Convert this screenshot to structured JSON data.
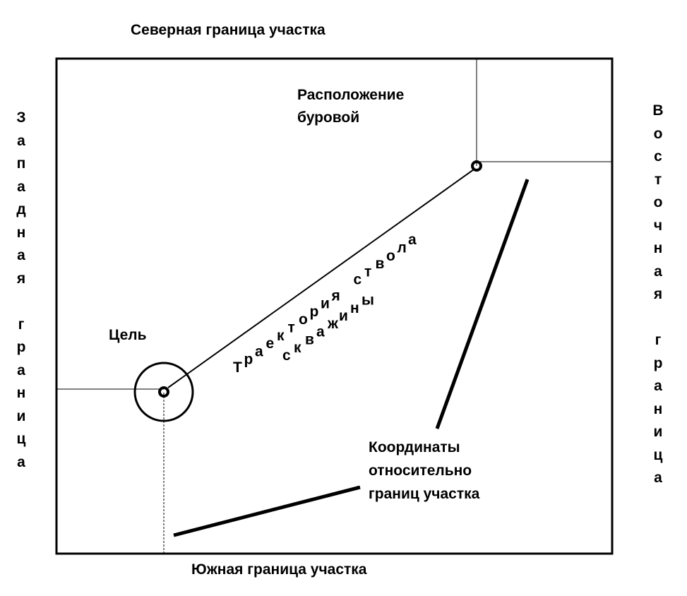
{
  "labels": {
    "north": "Северная граница участка",
    "south": "Южная граница участка",
    "west": "Западная граница",
    "east": "Восточная граница",
    "rig": "Расположение буровой",
    "target": "Цель",
    "coords": "Координаты относительно границ участка",
    "trajectory_line1": "Траектория ствола",
    "trajectory_line2": "скважины"
  }
}
